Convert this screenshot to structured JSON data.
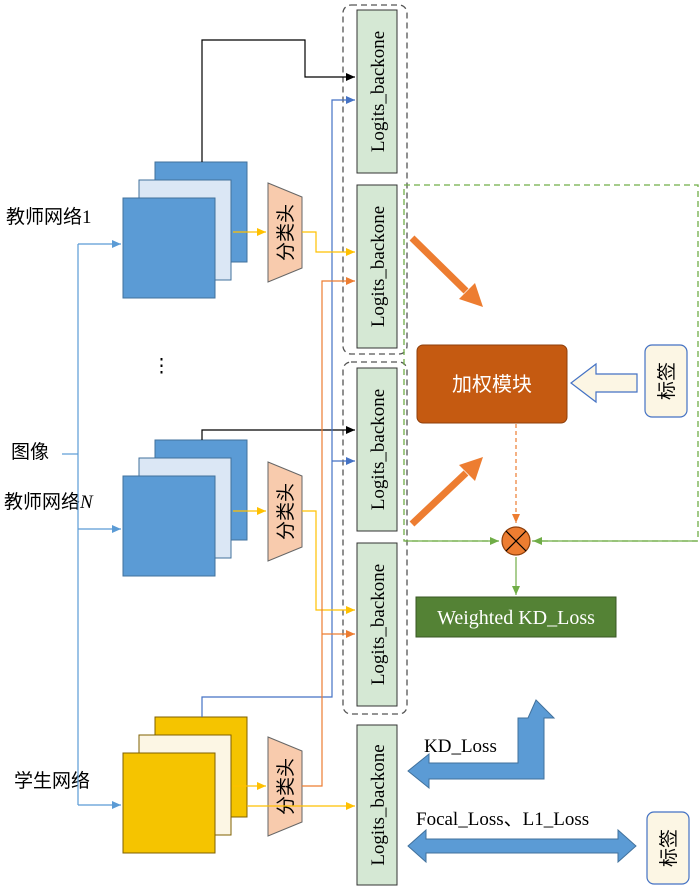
{
  "labels": {
    "teacher1": "教师网络1",
    "teacherN_prefix": "教师网络",
    "teacherN_italic": "N",
    "image": "图像",
    "student": "学生网络",
    "ellipsis": "⋮",
    "head": "分类头",
    "logits": "Logits_backone",
    "weight_module": "加权模块",
    "label_tag": "标签",
    "weighted_loss": "Weighted KD_Loss",
    "kd_loss": "KD_Loss",
    "focal_loss": "Focal_Loss、L1_Loss"
  },
  "colors": {
    "teacher_blue": "#5b9bd5",
    "teacher_light": "#dbe7f5",
    "student_yellow": "#f5c400",
    "head_fill": "#f8cbad",
    "logits_fill": "#d5e8d4",
    "weight_module": "#c55a11",
    "label_fill": "#fcf6e4",
    "weighted_loss": "#548235",
    "arrow_blue": "#4472c4",
    "arrow_orange": "#ed7d31",
    "arrow_yellow": "#ffc000",
    "arrow_green": "#70ad47"
  }
}
